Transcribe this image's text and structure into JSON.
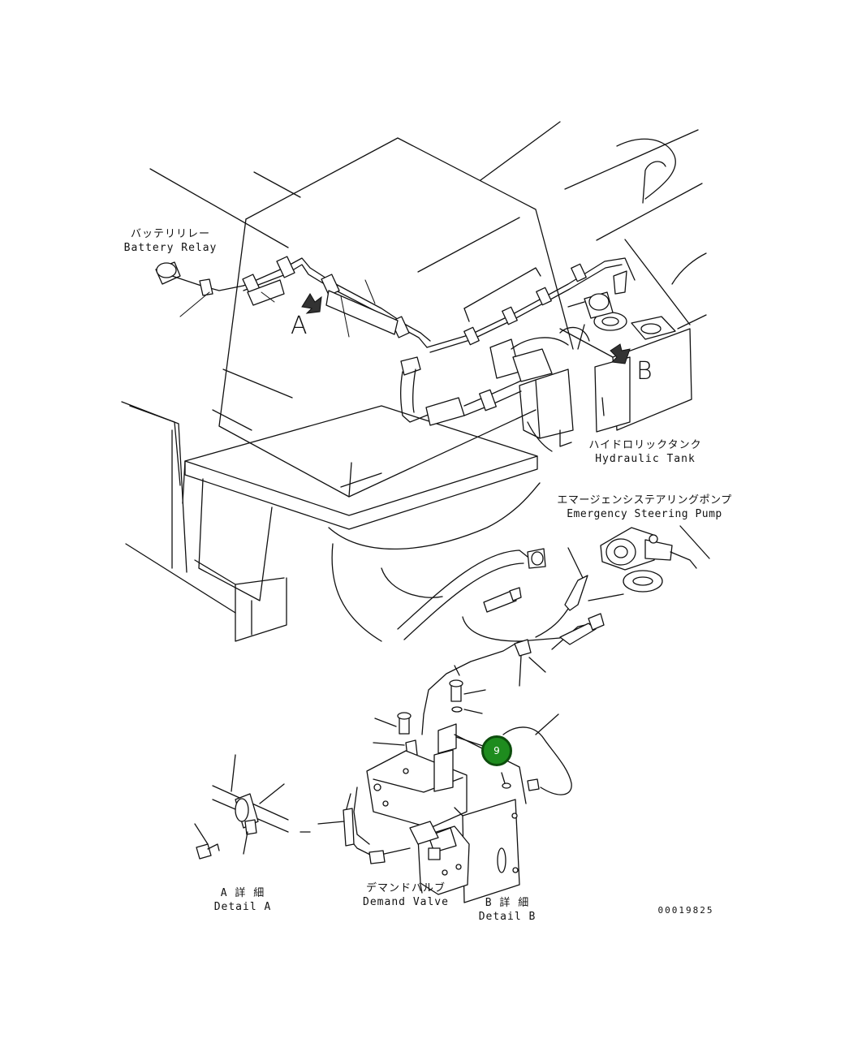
{
  "labels": {
    "battery_relay_jp": "バッテリリレー",
    "battery_relay_en": "Battery Relay",
    "hydraulic_tank_jp": "ハイドロリックタンク",
    "hydraulic_tank_en": "Hydraulic Tank",
    "emergency_pump_jp": "エマージェンシステアリングポンプ",
    "emergency_pump_en": "Emergency Steering Pump",
    "demand_valve_jp": "デマンドバルブ",
    "demand_valve_en": "Demand Valve",
    "detail_a_jp": "A 詳 細",
    "detail_a_en": "Detail A",
    "detail_b_jp": "B 詳 細",
    "detail_b_en": "Detail B",
    "view_a": "A",
    "view_b": "B",
    "drawing_number": "00019825"
  },
  "hotspot": {
    "label": "9",
    "color": "#1e8c1e"
  }
}
